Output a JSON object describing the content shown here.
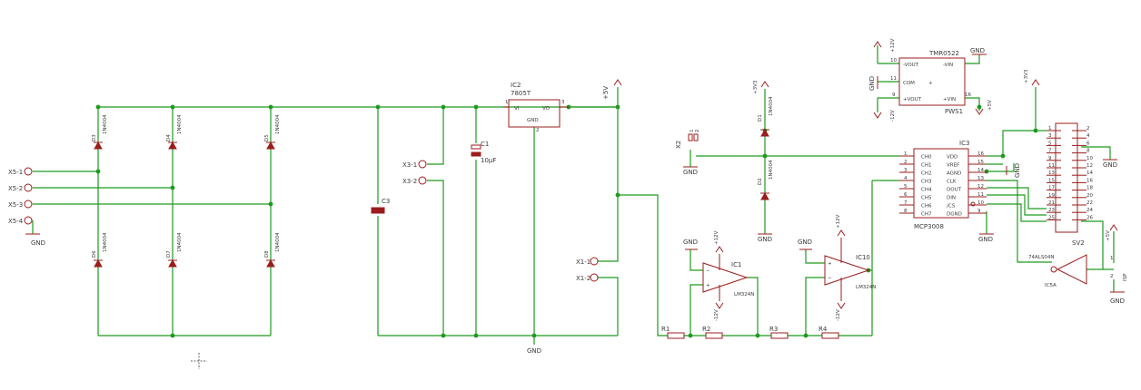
{
  "nets": {
    "gnd": "GND",
    "p5": "+5V",
    "p12": "+12V",
    "m12": "-12V",
    "p33": "+3V3"
  },
  "connectors": {
    "x5": [
      "X5-1",
      "X5-2",
      "X5-3",
      "X5-4"
    ],
    "x3": [
      "X3-1",
      "X3-2"
    ],
    "x1": [
      "X1-1",
      "X1-2"
    ],
    "x2": "X2",
    "x2_pins": [
      "1",
      "2"
    ]
  },
  "diodes": {
    "part": "1N4004",
    "bridge": [
      "D3",
      "D4",
      "D5",
      "D6",
      "D7",
      "D8"
    ],
    "clamp": [
      "D1",
      "D2"
    ]
  },
  "caps": {
    "c1": "C1",
    "c1_value": "10µF",
    "c3": "C3"
  },
  "regulator": {
    "name": "IC2",
    "part": "7805T",
    "vi": "VI",
    "vo": "VO",
    "gnd": "GND",
    "pin1": "1",
    "pin2": "2",
    "pin3": "3"
  },
  "opamps": [
    {
      "name": "IC1",
      "part": "LM324N"
    },
    {
      "name": "IC10",
      "part": "LM324N"
    }
  ],
  "resistors": [
    "R1",
    "R2",
    "R3",
    "R4"
  ],
  "dcdc": {
    "name": "PWS1",
    "part": "TMR0522",
    "pins_left": [
      "-VOUT",
      "COM",
      "+VOUT"
    ],
    "pins_right": [
      "-VIN",
      "+VIN"
    ],
    "pinnums": [
      "10",
      "11",
      "9",
      "16"
    ]
  },
  "adc": {
    "name": "IC3",
    "part": "MCP3008",
    "left_pins": [
      "CH0",
      "CH1",
      "CH2",
      "CH3",
      "CH4",
      "CH5",
      "CH6",
      "CH7"
    ],
    "left_nums": [
      "1",
      "2",
      "3",
      "4",
      "5",
      "6",
      "7",
      "8"
    ],
    "right_pins": [
      "VDD",
      "VREF",
      "AGND",
      "CLK",
      "DOUT",
      "DIN",
      "/CS",
      "DGND"
    ],
    "right_nums": [
      "16",
      "15",
      "14",
      "13",
      "12",
      "11",
      "10",
      "9"
    ]
  },
  "header": {
    "name": "SV2",
    "odd": [
      "1",
      "3",
      "5",
      "7",
      "9",
      "11",
      "13",
      "15",
      "17",
      "19",
      "21",
      "23",
      "25"
    ],
    "even": [
      "2",
      "4",
      "6",
      "8",
      "10",
      "12",
      "14",
      "16",
      "18",
      "20",
      "22",
      "24",
      "26"
    ]
  },
  "inverter": {
    "name": "IC5A",
    "part": "74ALS04N"
  },
  "isp": {
    "name": "ISP",
    "pins": [
      "1",
      "2"
    ]
  }
}
